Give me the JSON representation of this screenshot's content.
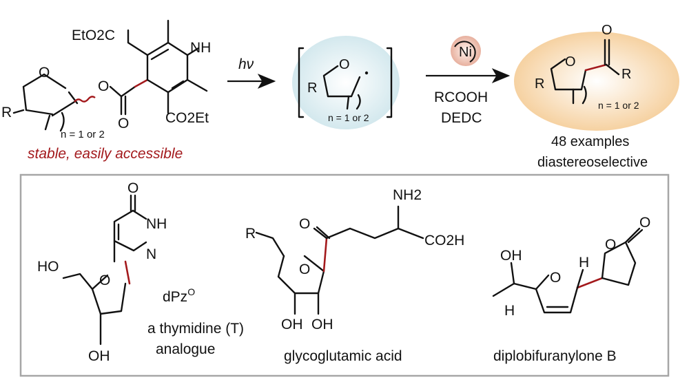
{
  "scheme": {
    "substrate": {
      "ester_top": "EtO2C",
      "nh": "NH",
      "ester_bottom": "CO2Et",
      "o_ring": "O",
      "o_ester": "O",
      "o_carbonyl": "O",
      "r": "R",
      "n_label": "n = 1 or 2",
      "caption": "stable, easily accessible"
    },
    "arrow1": {
      "label": "hν"
    },
    "radical": {
      "r": "R",
      "o": "O",
      "n_label": "n = 1 or 2"
    },
    "arrow2": {
      "catalyst": "Ni",
      "reagent1": "RCOOH",
      "reagent2": "DEDC"
    },
    "product": {
      "o_ring": "O",
      "o_carbonyl": "O",
      "r_left": "R",
      "r_right": "R",
      "n_label": "n = 1 or 2",
      "caption1": "48 examples",
      "caption2": "diastereoselective"
    }
  },
  "examples": {
    "dpzo": {
      "o_top": "O",
      "nh": "NH",
      "n": "N",
      "ho": "HO",
      "o_ring": "O",
      "oh": "OH",
      "name": "dPz",
      "name_sup": "O",
      "caption1": "a thymidine (T)",
      "caption2": "analogue"
    },
    "glyco": {
      "r": "R",
      "o_ring": "O",
      "o_ketone": "O",
      "nh2": "NH2",
      "co2h": "CO2H",
      "oh1": "OH",
      "oh2": "OH",
      "caption": "glycoglutamic acid"
    },
    "diplo": {
      "oh": "OH",
      "o_ring": "O",
      "o_lactone_ring": "O",
      "o_lactone": "O",
      "h1": "H",
      "h2": "H",
      "caption": "diplobifuranylone B"
    }
  },
  "colors": {
    "accent_red": "#a3191c",
    "radical_bubble": "#d8ebef",
    "product_bubble": "#f6d3a4",
    "box_border": "#a6a6a6"
  }
}
